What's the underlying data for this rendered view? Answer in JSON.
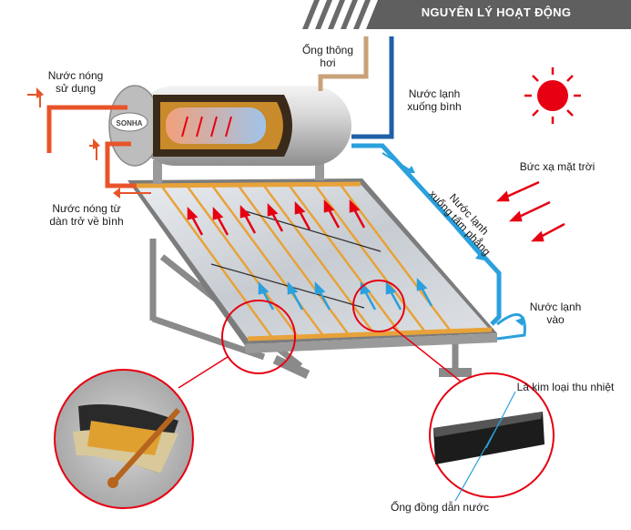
{
  "header": {
    "title": "NGUYÊN LÝ HOẠT ĐỘNG"
  },
  "tank": {
    "brand": "SONHA"
  },
  "labels": {
    "vent_pipe": "Ống thông\nhơi",
    "hot_water_use": "Nước nóng\nsử dụng",
    "cold_water_down": "Nước lạnh\nxuống bình",
    "solar_radiation": "Bức xạ mặt trời",
    "cold_water_to_panel": "Nước lạnh\nxuống tấm phẳng",
    "hot_water_return": "Nước nóng từ\ndàn trở về bình",
    "cold_water_in": "Nước lạnh\nvào",
    "absorber_fin": "Lá kim loại thu nhiệt",
    "copper_pipe": "Ống đồng dẫn nước"
  },
  "colors": {
    "hot": "#e8542a",
    "cold": "#2aa0dc",
    "cold_dark": "#1f5fa8",
    "vent": "#c9a27a",
    "sun": "#e60012",
    "header_bg": "#5f5f5f",
    "copper": "#e0a030"
  }
}
